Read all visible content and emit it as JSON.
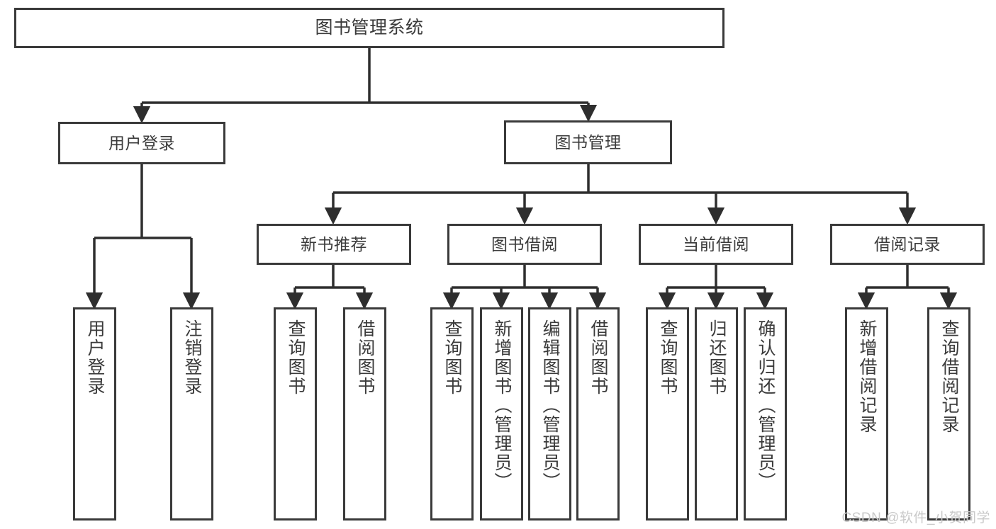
{
  "diagram": {
    "title": "图书管理系统",
    "watermark": "CSDN @软件_小贺同学",
    "colors": {
      "border": "#3a3a3a",
      "text": "#3b3b3b",
      "background": "#ffffff",
      "watermark": "#c9c9c9"
    },
    "root": {
      "label": "图书管理系统"
    },
    "level2": [
      {
        "label": "用户登录"
      },
      {
        "label": "图书管理"
      }
    ],
    "level3": [
      {
        "label": "新书推荐"
      },
      {
        "label": "图书借阅"
      },
      {
        "label": "当前借阅"
      },
      {
        "label": "借阅记录"
      }
    ],
    "leaves": {
      "user_login": [
        {
          "label": "用户登录"
        },
        {
          "label": "注销登录"
        }
      ],
      "new_book": [
        {
          "label": "查询图书"
        },
        {
          "label": "借阅图书"
        }
      ],
      "book_borrow": [
        {
          "label": "查询图书"
        },
        {
          "label": "新增图书（管理员）"
        },
        {
          "label": "编辑图书（管理员）"
        },
        {
          "label": "借阅图书"
        }
      ],
      "current_borrow": [
        {
          "label": "查询图书"
        },
        {
          "label": "归还图书"
        },
        {
          "label": "确认归还（管理员）"
        }
      ],
      "borrow_record": [
        {
          "label": "新增借阅记录"
        },
        {
          "label": "查询借阅记录"
        }
      ]
    }
  }
}
